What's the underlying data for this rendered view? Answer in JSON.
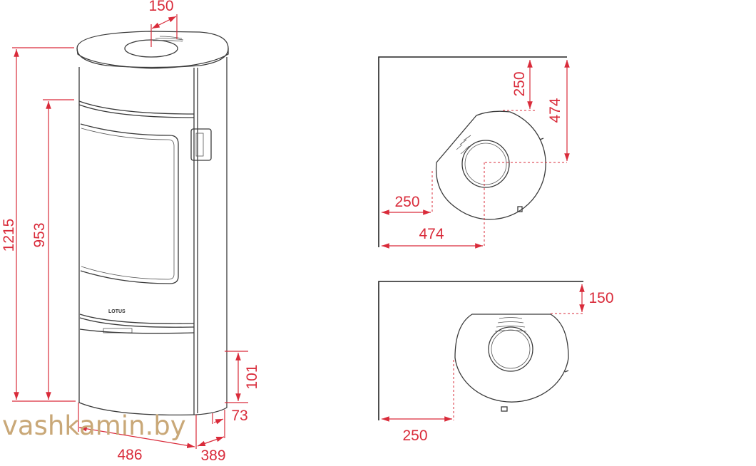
{
  "front_view": {
    "logo": "LOTUS",
    "dimensions": {
      "total_height": "1215",
      "door_height": "953",
      "flue_diameter": "150",
      "outlet_height": "101",
      "side_depth": "73",
      "width": "486",
      "depth": "389"
    }
  },
  "corner_plan": {
    "dimensions": {
      "wall_offset_a": "250",
      "flue_center_a": "474",
      "wall_offset_b": "250",
      "flue_center_b": "474"
    }
  },
  "wall_plan": {
    "dimensions": {
      "back_clearance": "150",
      "side_clearance": "250"
    }
  },
  "watermark": "vashkamin.by",
  "colors": {
    "dimension": "#d92b3a",
    "watermark": "#c9a878",
    "outline": "#3a3a3a"
  }
}
